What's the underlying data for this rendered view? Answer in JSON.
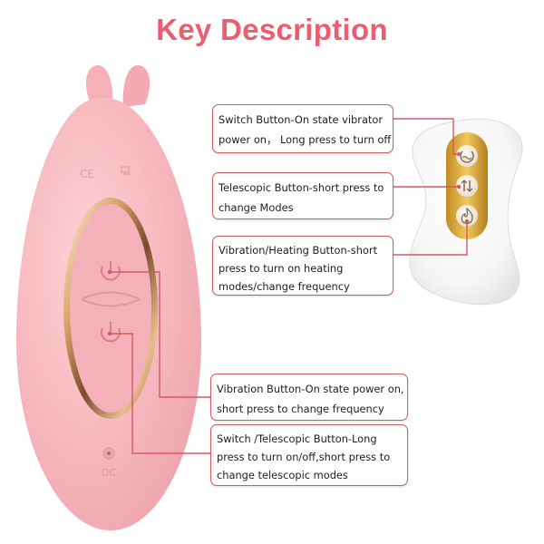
{
  "title": "Key Description",
  "device": {
    "marks": "CE",
    "port_label": "DC"
  },
  "callouts": [
    {
      "lines": [
        "Switch Button-On state vibrator",
        "power on， Long press to turn off"
      ]
    },
    {
      "lines": [
        "Telescopic Button-short press to",
        "change Modes"
      ]
    },
    {
      "lines": [
        "Vibration/Heating Button-short",
        "press to turn on heating",
        "modes/change frequency"
      ]
    },
    {
      "lines": [
        "Vibration Button-On state power on,",
        "short press to change frequency"
      ]
    },
    {
      "lines": [
        "Switch /Telescopic Button-Long",
        "press to turn on/off,short press to",
        "change telescopic modes"
      ]
    }
  ],
  "colors": {
    "title": "#ec5e6f",
    "leader_line": "#d45a62",
    "device_pink": "#f7b6bd",
    "remote_gold": "#d9a93d"
  },
  "icons": {
    "device_top": "power-icon",
    "device_bottom": "power-icon",
    "remote_top": "vibration-icon",
    "remote_middle": "telescopic-arrows-icon",
    "remote_bottom": "flame-icon"
  }
}
